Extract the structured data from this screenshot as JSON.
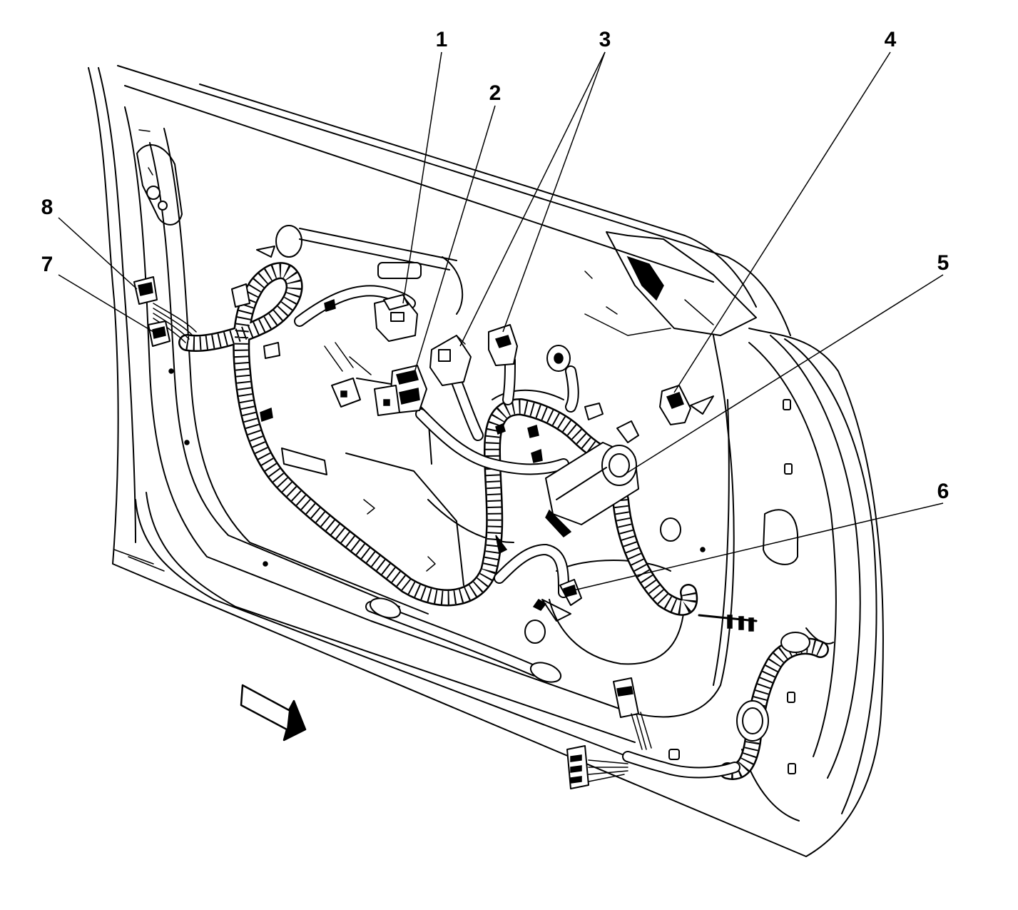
{
  "figure": {
    "callouts": [
      {
        "id": "1",
        "label": "1"
      },
      {
        "id": "2",
        "label": "2"
      },
      {
        "id": "3",
        "label": "3"
      },
      {
        "id": "4",
        "label": "4"
      },
      {
        "id": "5",
        "label": "5"
      },
      {
        "id": "6",
        "label": "6"
      },
      {
        "id": "7",
        "label": "7"
      },
      {
        "id": "8",
        "label": "8"
      }
    ],
    "direction_arrow": "forward-arrow-icon"
  }
}
